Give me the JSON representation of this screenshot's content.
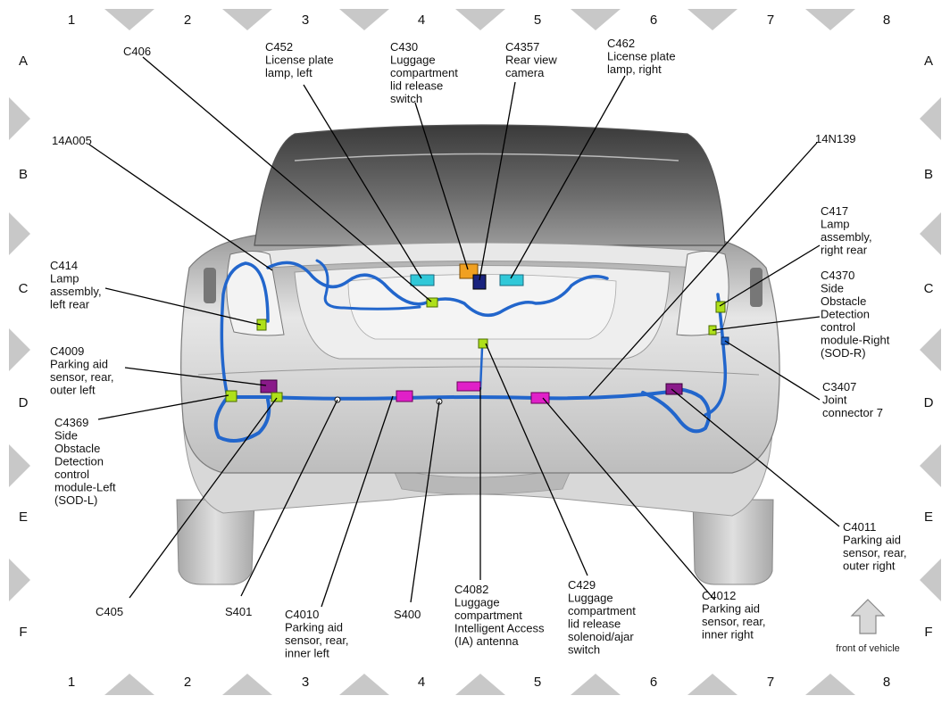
{
  "grid": {
    "columns": [
      "1",
      "2",
      "3",
      "4",
      "5",
      "6",
      "7",
      "8"
    ],
    "rows": [
      "A",
      "B",
      "C",
      "D",
      "E",
      "F"
    ]
  },
  "labels": {
    "c406": [
      "C406"
    ],
    "c452": [
      "C452",
      "License plate",
      "lamp, left"
    ],
    "c430": [
      "C430",
      "Luggage",
      "compartment",
      "lid release",
      "switch"
    ],
    "c4357": [
      "C4357",
      "Rear view",
      "camera"
    ],
    "c462": [
      "C462",
      "License plate",
      "lamp, right"
    ],
    "n14a005": [
      "14A005"
    ],
    "n14n139": [
      "14N139"
    ],
    "c417": [
      "C417",
      "Lamp",
      "assembly,",
      "right rear"
    ],
    "c414": [
      "C414",
      "Lamp",
      "assembly,",
      "left rear"
    ],
    "c4370": [
      "C4370",
      "Side",
      "Obstacle",
      "Detection",
      "control",
      "module-Right",
      "(SOD-R)"
    ],
    "c4009": [
      "C4009",
      "Parking aid",
      "sensor, rear,",
      "outer left"
    ],
    "c3407": [
      "C3407",
      "Joint",
      "connector 7"
    ],
    "c4369": [
      "C4369",
      "Side",
      "Obstacle",
      "Detection",
      "control",
      "module-Left",
      "(SOD-L)"
    ],
    "c4011": [
      "C4011",
      "Parking aid",
      "sensor, rear,",
      "outer right"
    ],
    "c405": [
      "C405"
    ],
    "s401": [
      "S401"
    ],
    "c4010": [
      "C4010",
      "Parking aid",
      "sensor, rear,",
      "inner left"
    ],
    "s400": [
      "S400"
    ],
    "c4082": [
      "C4082",
      "Luggage",
      "compartment",
      "Intelligent Access",
      "(IA) antenna"
    ],
    "c429": [
      "C429",
      "Luggage",
      "compartment",
      "lid release",
      "solenoid/ajar",
      "switch"
    ],
    "c4012": [
      "C4012",
      "Parking aid",
      "sensor, rear,",
      "inner right"
    ]
  },
  "legend": {
    "front_of_vehicle": "front of vehicle"
  },
  "colors": {
    "harness": "#2266cc",
    "connector_green": "#aee01a",
    "connector_magenta": "#e020c8",
    "connector_cyan": "#30c8d8",
    "connector_orange": "#f0a020",
    "grid_marker": "#c8c8c8",
    "car_body": "#cfcfcf"
  }
}
